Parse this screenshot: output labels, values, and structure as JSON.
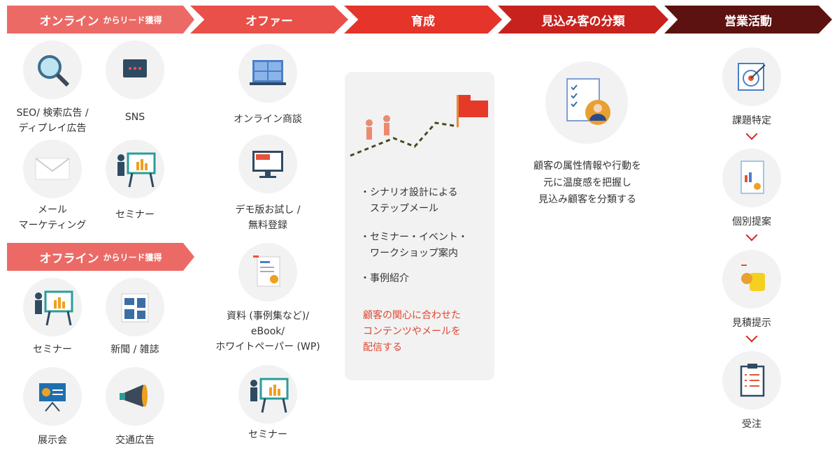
{
  "headers": [
    {
      "main": "オンライン",
      "sub": "からリード獲得",
      "color": "#ec6a66"
    },
    {
      "main": "オファー",
      "color": "#e9504a"
    },
    {
      "main": "育成",
      "color": "#e5342a"
    },
    {
      "main": "見込み客の分類",
      "color": "#c8221e"
    },
    {
      "main": "営業活動",
      "color": "#5c1210"
    }
  ],
  "offline_header": {
    "main": "オフライン",
    "sub": "からリード獲得",
    "color": "#ec6a66"
  },
  "online_items": [
    {
      "label": "SEO/ 検索広告 /\nディプレイ広告",
      "icon": "magnifier-icon"
    },
    {
      "label": "SNS",
      "icon": "chat-icon"
    },
    {
      "label": "メール\nマーケティング",
      "icon": "envelope-icon"
    },
    {
      "label": "セミナー",
      "icon": "presentation-icon"
    }
  ],
  "offline_items": [
    {
      "label": "セミナー",
      "icon": "presentation-icon"
    },
    {
      "label": "新聞 / 雑誌",
      "icon": "newspaper-icon"
    },
    {
      "label": "展示会",
      "icon": "exhibit-board-icon"
    },
    {
      "label": "交通広告",
      "icon": "megaphone-icon"
    }
  ],
  "offer_items": [
    {
      "label": "オンライン商談",
      "icon": "video-call-icon"
    },
    {
      "label": "デモ版お試し /\n無料登録",
      "icon": "monitor-icon"
    },
    {
      "label": "資料 (事例集など)/\neBook/\nホワイトペーパー (WP)",
      "icon": "document-icon"
    },
    {
      "label": "セミナー",
      "icon": "presentation-icon"
    }
  ],
  "nurture": {
    "bullets": [
      "・シナリオ設計による\n　ステップメール",
      "・セミナー・イベント・\n　ワークショップ案内",
      "・事例紹介"
    ],
    "note": "顧客の関心に合わせた\nコンテンツやメールを\n配信する",
    "note_color": "#e0452f"
  },
  "classify": {
    "text": "顧客の属性情報や行動を\n元に温度感を把握し\n見込み顧客を分類する",
    "icon": "customer-checklist-icon"
  },
  "sales_items": [
    {
      "label": "課題特定",
      "icon": "target-icon"
    },
    {
      "label": "個別提案",
      "icon": "report-icon"
    },
    {
      "label": "見積提示",
      "icon": "coins-icon"
    },
    {
      "label": "受注",
      "icon": "clipboard-icon"
    }
  ]
}
